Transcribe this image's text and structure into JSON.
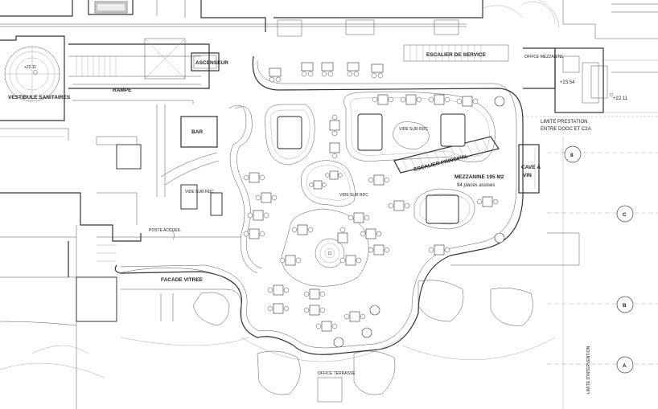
{
  "labels": {
    "vestibule": "VESTIBULE SANITAIRES",
    "rampe": "RAMPE",
    "ascenseur": "ASCENSEUR",
    "bar": "BAR",
    "escalier_service": "ESCALIER DE SERVICE",
    "office_mezzanine": "OFFICE MEZZANINE",
    "escalier_principal": "ESCALIER PRINCIPAL",
    "mezzanine_line1": "MEZZANINE 195 M2",
    "mezzanine_line2": "94 places assises",
    "cave_line1": "CAVE À",
    "cave_line2": "VIN",
    "limite_line1": "LIMITE PRESTATION",
    "limite_line2": "ENTRE DOOC ET C2A",
    "facade": "FACADE VITREE",
    "poste_accueil": "POSTE ACCUEIL",
    "office_terrasse": "OFFICE TERRASSE",
    "void_a": "VIDE SUR RDC",
    "void_b": "VIDE SUR RDC",
    "void_c": "VIDE SUR RDC",
    "limite_intervention": "LIMITE D'INTERVENTION"
  },
  "levels": {
    "left": "+22.11",
    "right_a": "+23.54",
    "right_b": "+22.11"
  },
  "grid_markers": [
    "8",
    "C",
    "B",
    "A"
  ]
}
